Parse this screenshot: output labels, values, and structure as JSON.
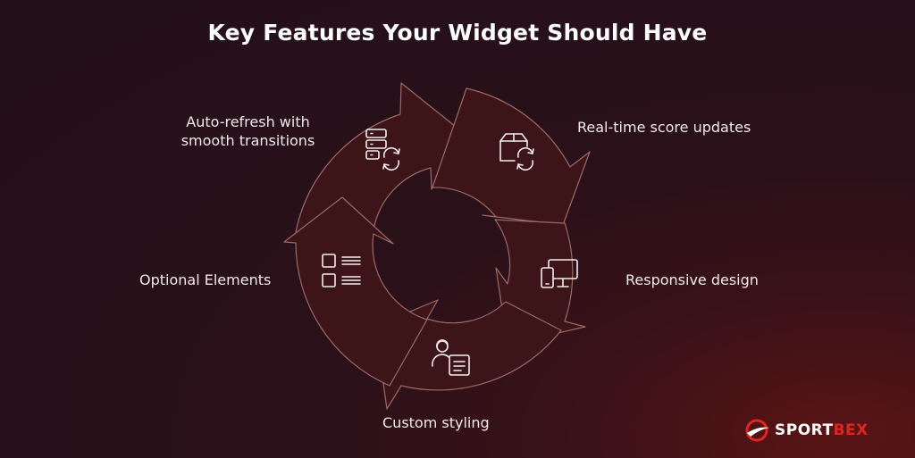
{
  "title": "Key Features Your Widget Should Have",
  "features": [
    {
      "label": "Auto-refresh with smooth transitions",
      "icon": "server-refresh-icon"
    },
    {
      "label": "Real-time score updates",
      "icon": "box-refresh-icon"
    },
    {
      "label": "Responsive design",
      "icon": "devices-icon"
    },
    {
      "label": "Custom styling",
      "icon": "user-document-icon"
    },
    {
      "label": "Optional Elements",
      "icon": "list-grid-icon"
    }
  ],
  "brand": {
    "part1": "SPORT",
    "part2": "BEX"
  },
  "colors": {
    "ring_fill": "#3d1519",
    "ring_stroke": "#9a6a6a",
    "icon_stroke": "#f3eded",
    "brand_red": "#e02424"
  }
}
